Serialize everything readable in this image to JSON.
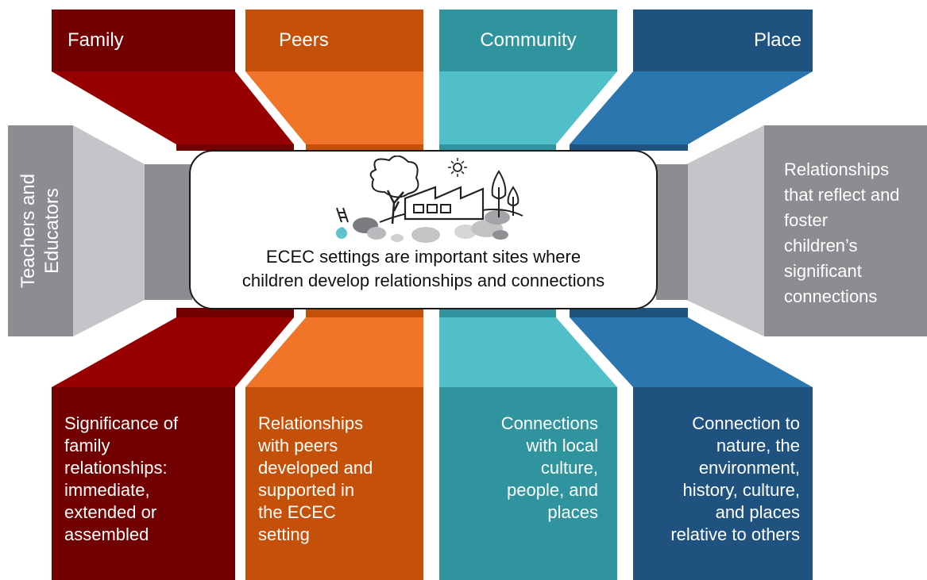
{
  "columns": [
    {
      "key": "family",
      "title": "Family",
      "description": "Significance of\nfamily\nrelationships:\nimmediate,\nextended or\nassembled",
      "colors": {
        "dark": "#730000",
        "mid": "#960000"
      }
    },
    {
      "key": "peers",
      "title": "Peers",
      "description": "Relationships\nwith peers\ndeveloped and\nsupported in\nthe ECEC\nsetting",
      "colors": {
        "dark": "#c5500a",
        "mid": "#f07528"
      }
    },
    {
      "key": "community",
      "title": "Community",
      "description": "Connections\nwith local\nculture,\npeople, and\nplaces",
      "colors": {
        "dark": "#30949e",
        "mid": "#50bfc7"
      }
    },
    {
      "key": "place",
      "title": "Place",
      "description": "Connection to\nnature, the\nenvironment,\nhistory, culture,\nand places\nrelative to others",
      "colors": {
        "dark": "#1f527e",
        "mid": "#2c76b0"
      }
    }
  ],
  "left_label": "Teachers and\nEducators",
  "right_label": "Relationships\nthat reflect and\nfoster\nchildren’s\nsignificant\nconnections",
  "center_text": "ECEC settings are important sites where\nchildren develop relationships and connections",
  "illustration_icon": "school-landscape-icon",
  "colors": {
    "gray_dark": "#8c8d90",
    "gray_light": "#c4c5c8",
    "gray_mid": "#a8a9ac"
  }
}
